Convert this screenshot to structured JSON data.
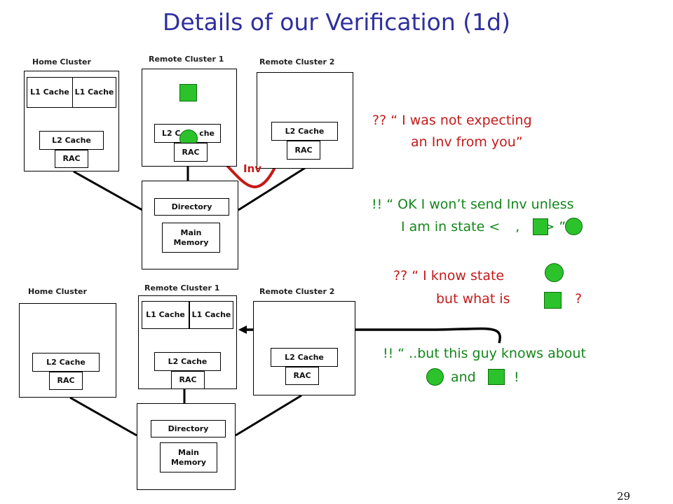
{
  "title": "Details of our Verification (1d)",
  "page_number": "29",
  "labels": {
    "home_cluster": "Home Cluster",
    "remote_cluster_1": "Remote Cluster 1",
    "remote_cluster_2": "Remote Cluster 2",
    "l1_cache": "L1 Cache",
    "l2_cache": "L2 Cache",
    "l2_cache_partial": "L2 C",
    "l2_cache_partial_end": "che",
    "rac": "RAC",
    "directory": "Directory",
    "main_memory": "Main Memory",
    "inv": "Inv"
  },
  "messages": {
    "m1": {
      "prefix": "??",
      "line1": "“ I was not expecting",
      "line2": "an Inv from you”"
    },
    "m2": {
      "prefix": "!!",
      "line1": "“ OK I won’t send Inv unless",
      "line2a": "I am in state <",
      "line2b": ",",
      "line2c": "> ”"
    },
    "m3": {
      "prefix": "??",
      "line1": "“ I know state",
      "line2": "but what is",
      "line2_end": "?"
    },
    "m4": {
      "prefix": "!!",
      "line1": "“ ..but this guy knows about",
      "line2a": "and",
      "line2b": "!"
    }
  },
  "colors": {
    "title": "#2f2f9e",
    "question": "#c41a1a",
    "answer": "#14861b",
    "state_marker": "#2bc22b",
    "inv_arrow": "#c41a1a"
  }
}
